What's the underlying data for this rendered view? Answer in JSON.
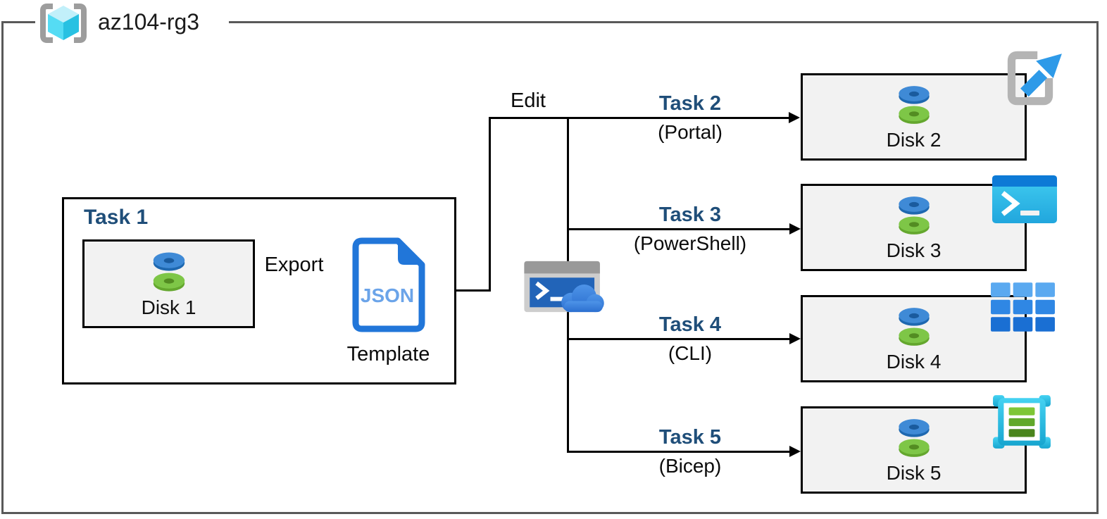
{
  "resource_group": {
    "name": "az104-rg3",
    "icon": "resource-group-icon"
  },
  "task1": {
    "label": "Task 1",
    "disk_label": "Disk 1",
    "export_label": "Export",
    "template_doc_text": "JSON",
    "template_label": "Template"
  },
  "edit_label": "Edit",
  "cloud_shell": {
    "icon": "cloud-shell-icon"
  },
  "branches": [
    {
      "task_label": "Task 2",
      "method_label": "(Portal)",
      "disk_label": "Disk 2",
      "corner_icon": "azure-portal-icon"
    },
    {
      "task_label": "Task 3",
      "method_label": "(PowerShell)",
      "disk_label": "Disk 3",
      "corner_icon": "powershell-icon"
    },
    {
      "task_label": "Task 4",
      "method_label": "(CLI)",
      "disk_label": "Disk 4",
      "corner_icon": "azure-cli-icon"
    },
    {
      "task_label": "Task 5",
      "method_label": "(Bicep)",
      "disk_label": "Disk 5",
      "corner_icon": "bicep-template-icon"
    }
  ],
  "colors": {
    "task_label_blue": "#1F4E79",
    "disk_box_fill": "#F2F2F2",
    "outer_border_gray": "#595959",
    "connector_black": "#000000",
    "json_doc_blue": "#2176D9",
    "json_text_blue": "#6BA4E9",
    "disk_top_blue": "#3F8AD6",
    "disk_bottom_green": "#7EC647",
    "portal_arrow_blue": "#2E9AE8",
    "powershell_cyan": "#2FC2EC",
    "cli_blue": "#2F87E4",
    "bicep_frame_cyan": "#2FBDE2",
    "bicep_bar_green": "#61A82A",
    "cloud_blue": "#3B80DA"
  }
}
